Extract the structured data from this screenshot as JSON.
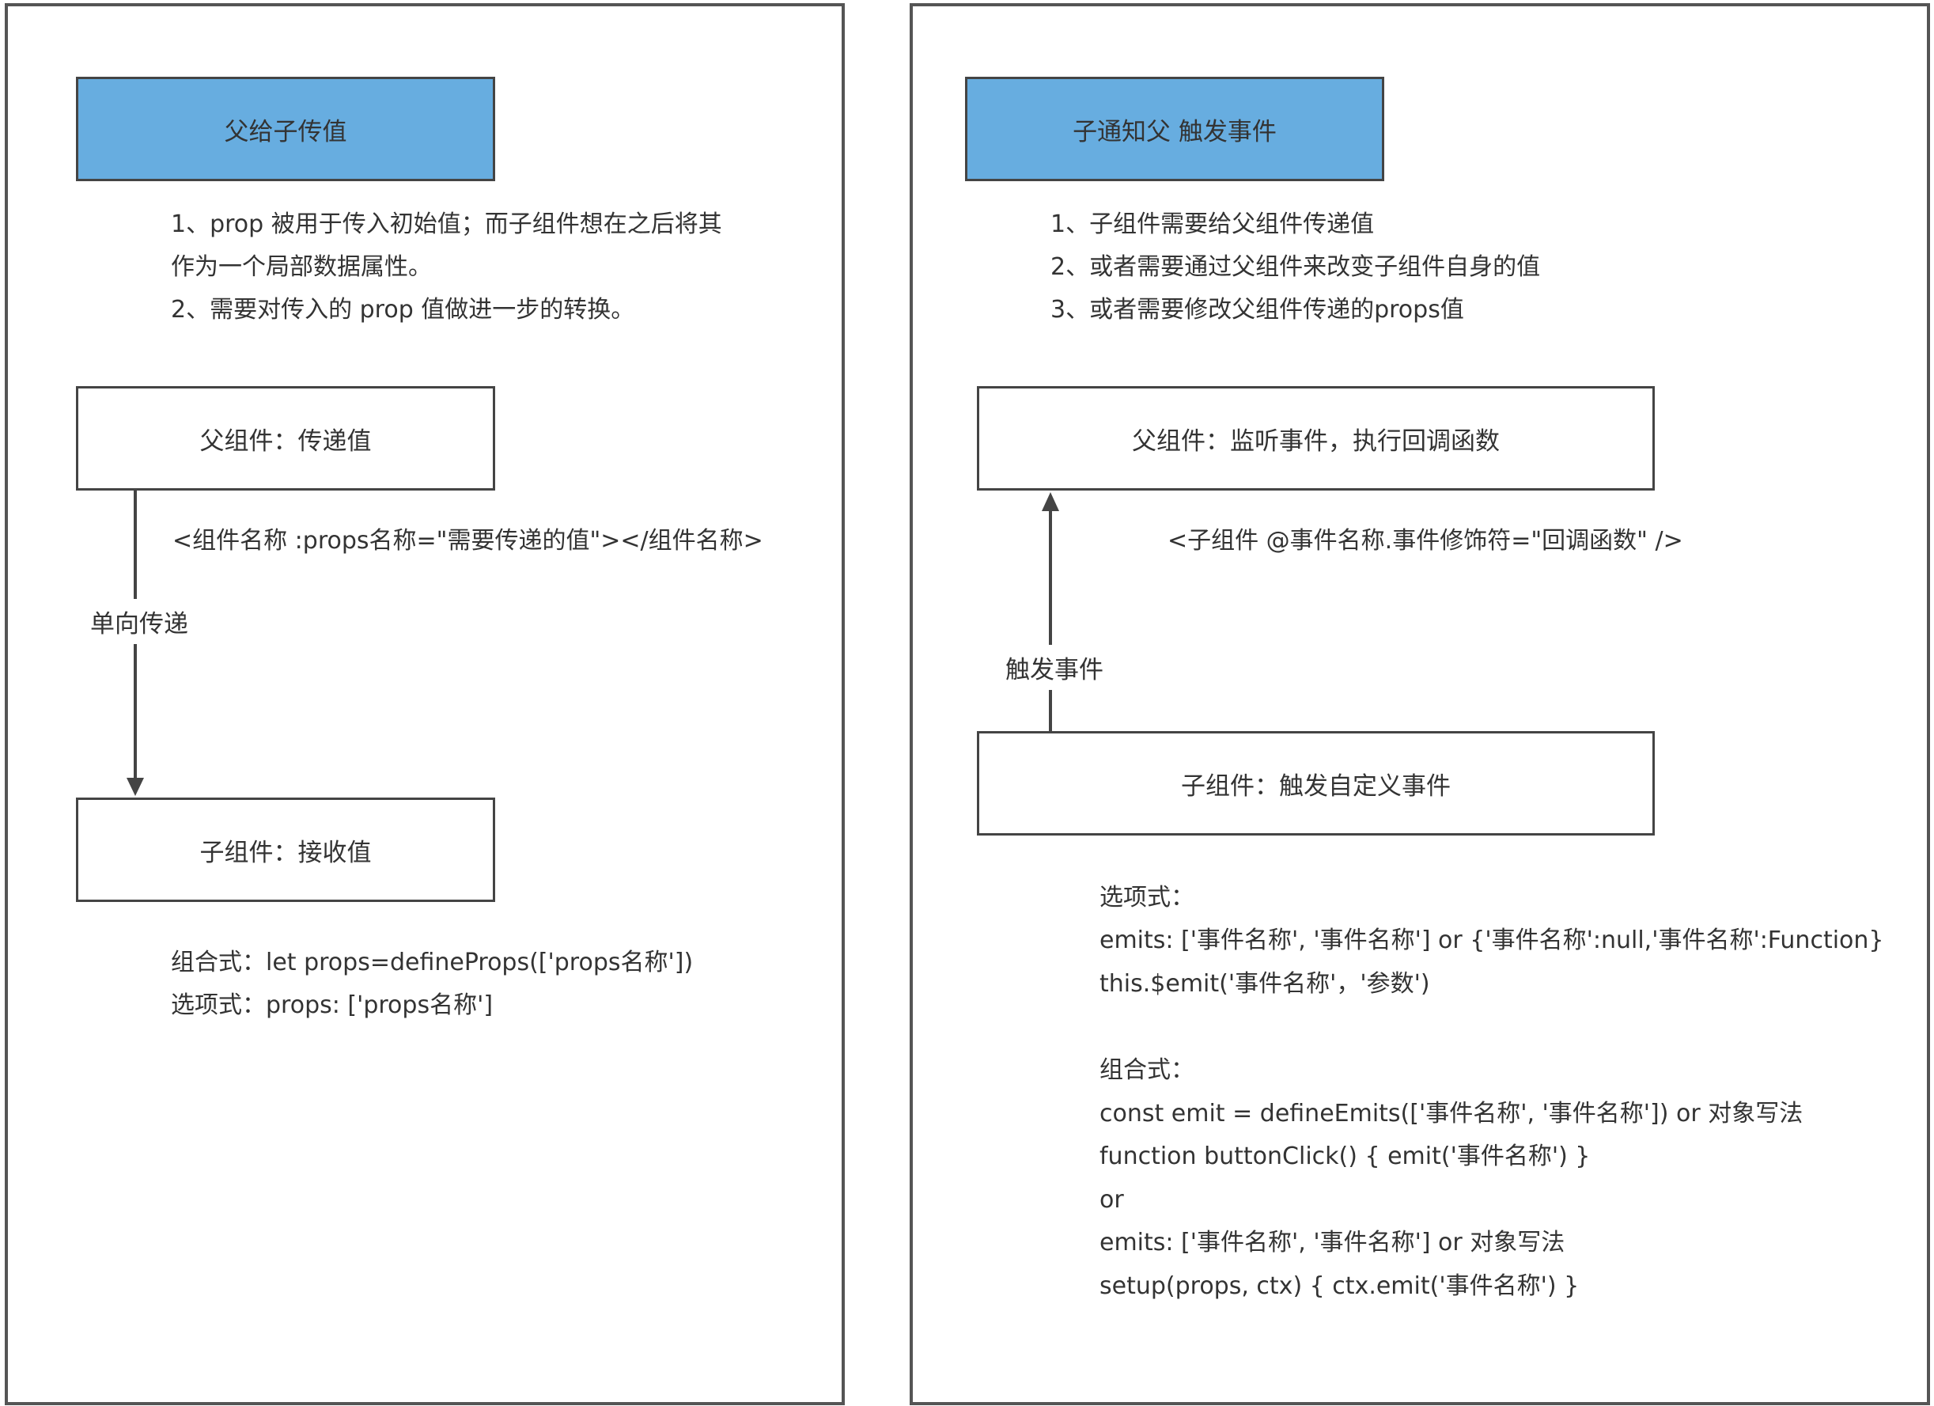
{
  "left": {
    "header": "父给子传值",
    "desc": [
      "1、prop 被用于传入初始值；而子组件想在之后将其",
      "作为一个局部数据属性。",
      "2、需要对传入的 prop 值做进一步的转换。"
    ],
    "parent_box": "父组件：传递值",
    "code_line": "<组件名称 :props名称=\"需要传递的值\"></组件名称>",
    "arrow_label": "单向传递",
    "child_box": "子组件：接收值",
    "notes": [
      "组合式：let props=defineProps(['props名称'])",
      "选项式：props: ['props名称']"
    ]
  },
  "right": {
    "header": "子通知父 触发事件",
    "desc": [
      "1、子组件需要给父组件传递值",
      "2、或者需要通过父组件来改变子组件自身的值",
      "3、或者需要修改父组件传递的props值"
    ],
    "parent_box": "父组件：监听事件，执行回调函数",
    "code_line": "<子组件 @事件名称.事件修饰符=\"回调函数\" />",
    "arrow_label": "触发事件",
    "child_box": "子组件：触发自定义事件",
    "options_lines": [
      "选项式：",
      "emits: ['事件名称', '事件名称'] or {'事件名称':null,'事件名称':Function}",
      "this.$emit('事件名称'，'参数')"
    ],
    "composition_lines": [
      "组合式：",
      "const emit = defineEmits(['事件名称', '事件名称'])    or 对象写法",
      "function buttonClick() {   emit('事件名称')  }",
      "or",
      "emits: ['事件名称', '事件名称']   or 对象写法",
      "setup(props, ctx) {     ctx.emit('事件名称')    }"
    ]
  },
  "colors": {
    "header_fill": "#67ade0",
    "stroke": "#444444",
    "text": "#333333"
  }
}
